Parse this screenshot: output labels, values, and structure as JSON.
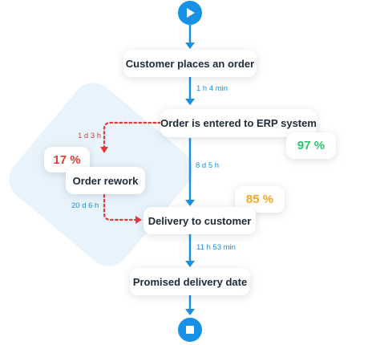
{
  "colors": {
    "primary_flow": "#1890e5",
    "rework_flow": "#e03b3b",
    "good_metric": "#2fc26b",
    "warn_metric": "#f5a623",
    "bad_metric": "#e23b3b",
    "background_shape": "#e9f3fb"
  },
  "start": {
    "icon": "play-icon"
  },
  "end": {
    "icon": "stop-icon"
  },
  "nodes": {
    "customer_order": "Customer places an order",
    "erp_entry": "Order is entered to ERP system",
    "order_rework": "Order rework",
    "delivery": "Delivery to customer",
    "promised_date": "Promised delivery date"
  },
  "badges": {
    "erp": "97 %",
    "rework": "17 %",
    "delivery": "85 %"
  },
  "durations": {
    "order_to_erp": "1 h 4 min",
    "erp_to_delivery": "8 d 5 h",
    "delivery_to_promised": "11 h 53 min",
    "erp_to_rework": "1 d 3 h",
    "rework_to_delivery": "20 d 6 h"
  }
}
